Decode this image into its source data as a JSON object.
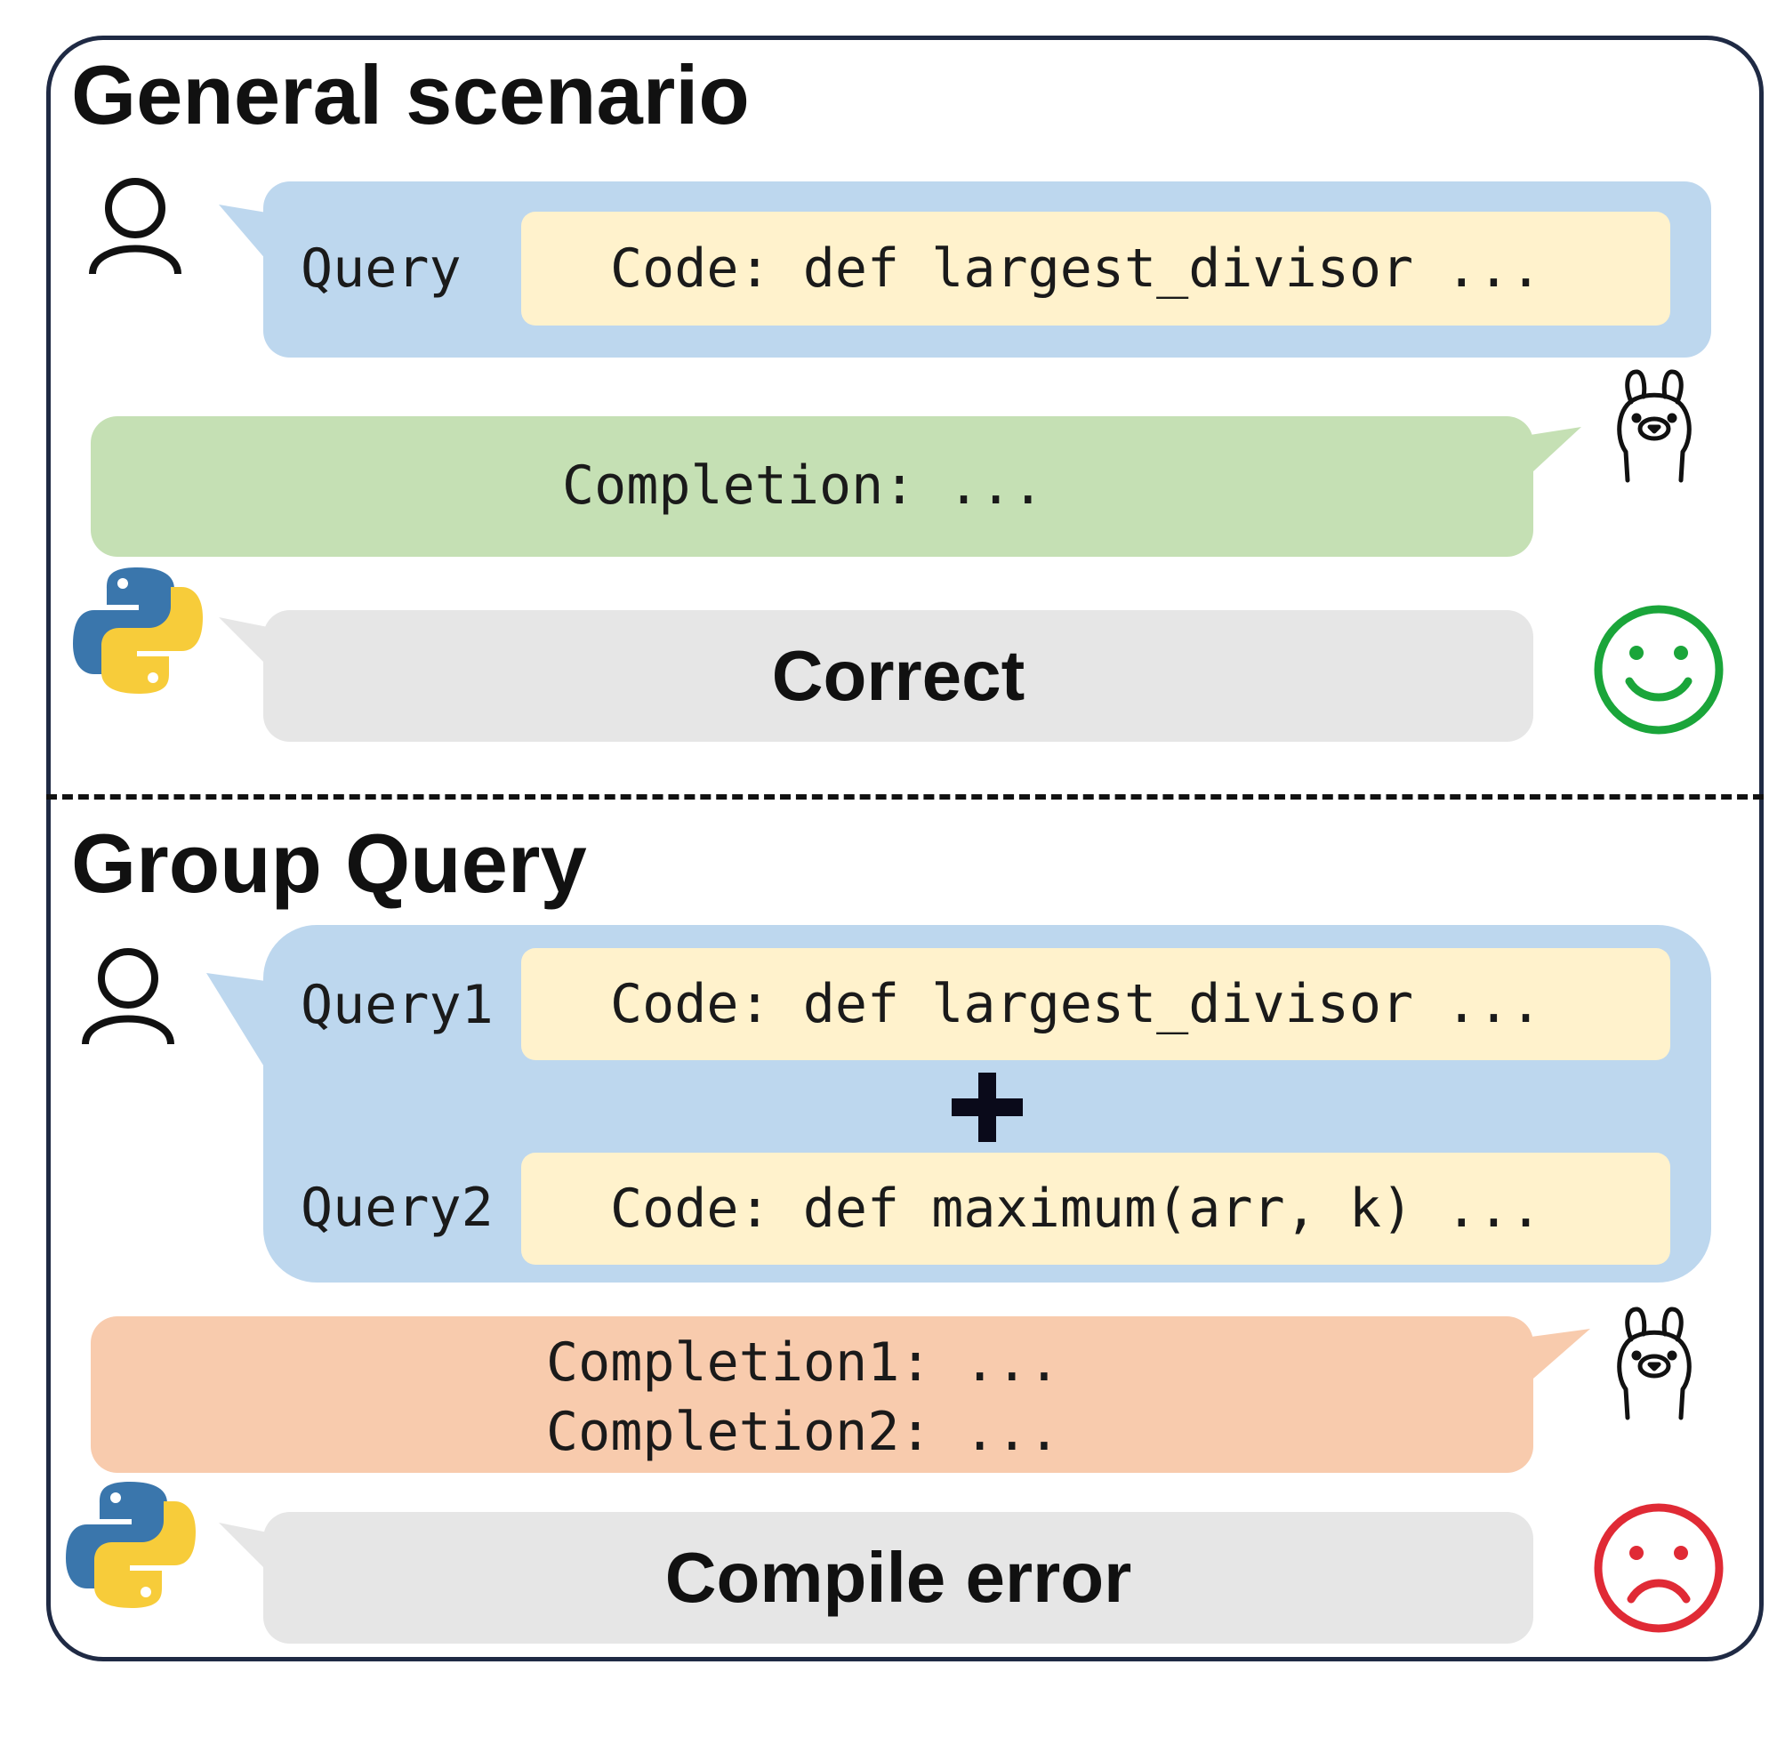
{
  "general": {
    "title": "General scenario",
    "query_label": "Query",
    "query_code": "Code: def largest_divisor ...",
    "completion": "Completion: ...",
    "result": "Correct"
  },
  "group": {
    "title": "Group Query",
    "query1_label": "Query1",
    "query1_code": "Code: def largest_divisor ...",
    "query2_label": "Query2",
    "query2_code": "Code: def maximum(arr, k) ...",
    "completion1": "Completion1: ...",
    "completion2": "Completion2: ...",
    "result": "Compile error"
  },
  "colors": {
    "query_bubble": "#bdd7ee",
    "code_box": "#fff2cc",
    "correct_completion": "#c5e0b4",
    "error_completion": "#f8cbad",
    "result_bubble": "#e6e6e6",
    "happy_face": "#1aa53a",
    "sad_face": "#e02a35"
  },
  "icons": [
    "user-icon",
    "llama-icon",
    "python-logo-icon",
    "happy-face-icon",
    "sad-face-icon",
    "plus-icon"
  ]
}
